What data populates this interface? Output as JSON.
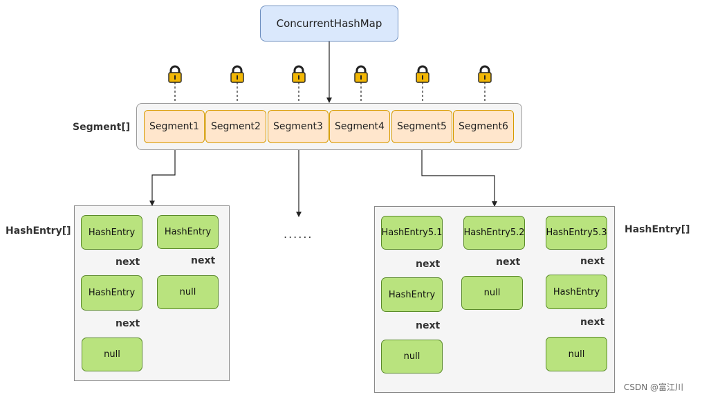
{
  "root": {
    "label": "ConcurrentHashMap"
  },
  "segment_array_label": "Segment[]",
  "segments": [
    "Segment1",
    "Segment2",
    "Segment3",
    "Segment4",
    "Segment5",
    "Segment6"
  ],
  "left_group": {
    "label": "HashEntry[]",
    "col1": [
      "HashEntry",
      "HashEntry",
      "null"
    ],
    "col2": [
      "HashEntry",
      "null"
    ]
  },
  "ellipsis": "......",
  "right_group": {
    "label": "HashEntry[]",
    "col1": [
      "HashEntry5.1",
      "HashEntry",
      "null"
    ],
    "col2": [
      "HashEntry5.2",
      "null"
    ],
    "col3": [
      "HashEntry5.3",
      "HashEntry",
      "null"
    ]
  },
  "next_label": "next",
  "watermark": "CSDN @富江川",
  "colors": {
    "root_fill": "#dae8fc",
    "segment_fill": "#ffe6cc",
    "entry_fill": "#b9e37e",
    "lock_body": "#f2b705"
  }
}
